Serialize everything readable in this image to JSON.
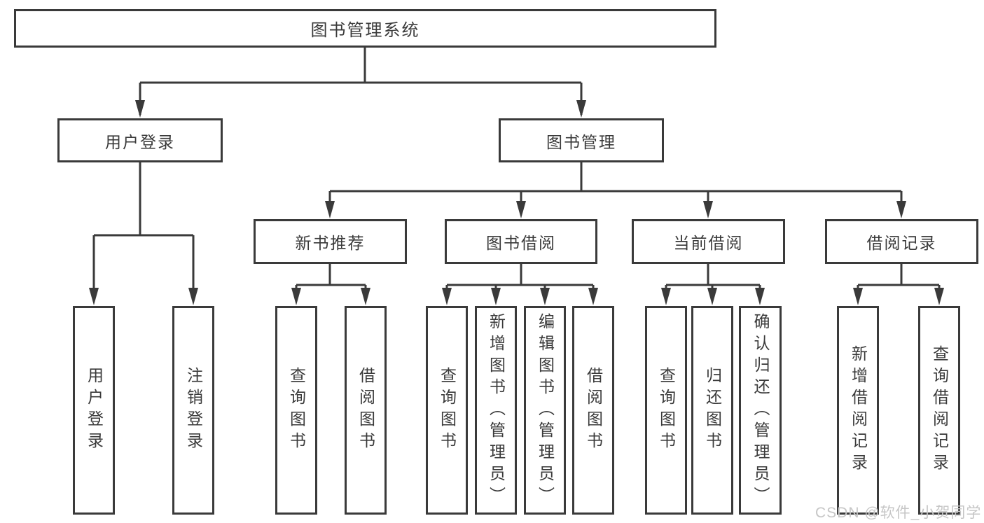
{
  "diagram": {
    "type": "tree",
    "root": "图书管理系统",
    "user_login": {
      "label": "用户登录",
      "children": [
        "用户登录",
        "注销登录"
      ]
    },
    "book_management": {
      "label": "图书管理",
      "children": {
        "new_book_recommend": {
          "label": "新书推荐",
          "children": [
            "查询图书",
            "借阅图书"
          ]
        },
        "book_borrow": {
          "label": "图书借阅",
          "children": [
            "查询图书",
            "新增图书（管理员）",
            "编辑图书（管理员）",
            "借阅图书"
          ]
        },
        "current_borrow": {
          "label": "当前借阅",
          "children": [
            "查询图书",
            "归还图书",
            "确认归还（管理员）"
          ]
        },
        "borrow_records": {
          "label": "借阅记录",
          "children": [
            "新增借阅记录",
            "查询借阅记录"
          ]
        }
      }
    },
    "colors": {
      "line": "#3a3a3a",
      "text": "#3a3a3a",
      "background": "#ffffff",
      "watermark": "#c6c6c6"
    }
  },
  "watermark": "CSDN @软件_小贺同学"
}
